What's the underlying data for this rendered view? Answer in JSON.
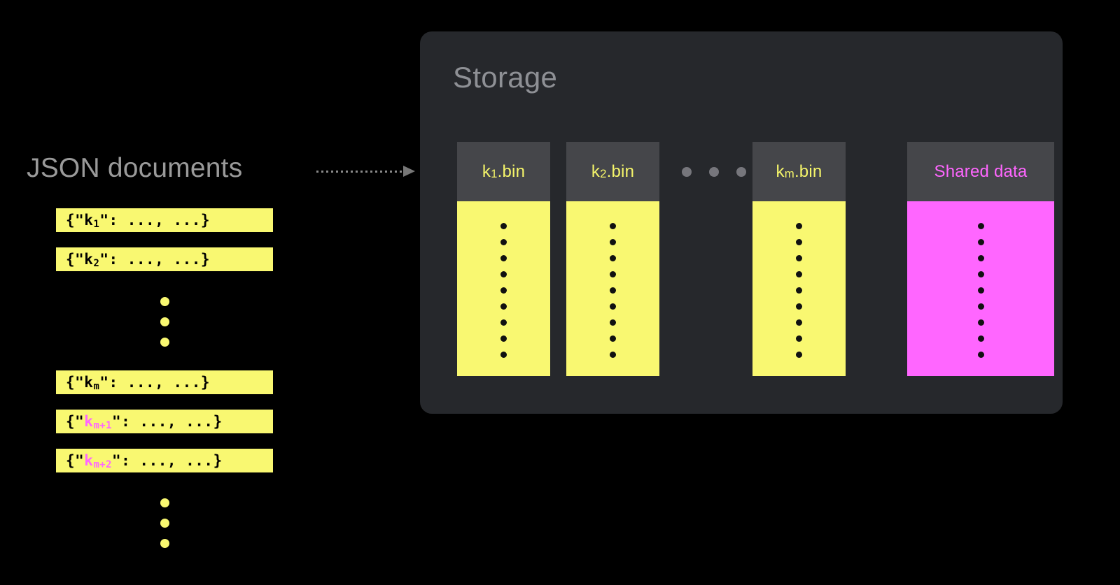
{
  "canvas": {
    "background": "#000000"
  },
  "palette": {
    "yellow": "#f9f871",
    "magenta": "#ff66ff",
    "panel_bg": "#26282c",
    "header_bg": "#45464a",
    "label_gray": "#9a9a9a",
    "title_gray": "#8e9095",
    "dot_gray": "#76767c",
    "black": "#000000"
  },
  "left": {
    "heading": "JSON documents",
    "documents": [
      {
        "prefix": "{\"",
        "key": "k",
        "sub": "1",
        "suffix": "\": ...,  ...}",
        "key_color": "black"
      },
      {
        "prefix": "{\"",
        "key": "k",
        "sub": "2",
        "suffix": "\": ...,  ...}",
        "key_color": "black"
      },
      {
        "prefix": "{\"",
        "key": "k",
        "sub": "m",
        "suffix": "\": ...,  ...}",
        "key_color": "black"
      },
      {
        "prefix": "{\"",
        "key": "k",
        "sub": "m+1",
        "suffix": "\": ...,  ...}",
        "key_color": "magenta"
      },
      {
        "prefix": "{\"",
        "key": "k",
        "sub": "m+2",
        "suffix": "\": ...,  ...}",
        "key_color": "magenta"
      }
    ],
    "ellipsis_dot_count": 3
  },
  "storage": {
    "title": "Storage",
    "bins": [
      {
        "name": "k",
        "sub": "1",
        "ext": ".bin",
        "body_color": "yellow",
        "dot_count": 9
      },
      {
        "name": "k",
        "sub": "2",
        "ext": ".bin",
        "body_color": "yellow",
        "dot_count": 9
      },
      {
        "name": "k",
        "sub": "m",
        "ext": ".bin",
        "body_color": "yellow",
        "dot_count": 9
      }
    ],
    "gap_dot_count": 3,
    "shared": {
      "label": "Shared data",
      "body_color": "magenta",
      "dot_count": 9
    }
  },
  "arrow": {
    "style": "dotted",
    "direction": "right",
    "color": "#8a8a8a"
  }
}
